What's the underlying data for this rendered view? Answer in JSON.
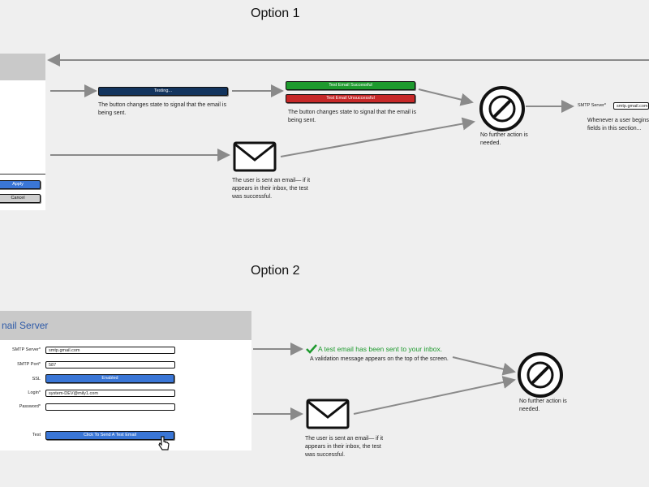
{
  "option1": {
    "heading": "Option 1",
    "apply_label": "Apply",
    "cancel_label": "Cancel",
    "testing_label": "Testing...",
    "testing_note": "The button changes state to signal that the email is being sent.",
    "success_label": "Test Email Successful",
    "fail_label": "Test Email Unsuccessful",
    "result_note": "The button changes state to signal that the email is being sent.",
    "email_note": "The user is sent an email— if it appears in their inbox, the test was successful.",
    "no_action_note": "No further action is needed.",
    "smtp_label": "SMTP Server*",
    "smtp_value": "smtp.gmail.com",
    "section_note": "Whenever a user begins fields in this section..."
  },
  "option2": {
    "heading": "Option 2",
    "panel_title": "nail Server",
    "fields": [
      {
        "label": "SMTP Server*",
        "value": "smtp.gmail.com"
      },
      {
        "label": "SMTP Port*",
        "value": "587"
      },
      {
        "label": "SSL",
        "value": "Enabled"
      },
      {
        "label": "Login*",
        "value": "system-DEV@mily1.com"
      },
      {
        "label": "Password*",
        "value": ""
      }
    ],
    "test_label": "Test",
    "test_button": "Click To Send A Test Email",
    "success_message": "A test email has been sent to your inbox.",
    "success_note": "A validation message appears on the top of the screen.",
    "email_note": "The user is sent an email— if it appears in their inbox, the test was successful.",
    "no_action_note": "No further action is needed."
  },
  "colors": {
    "accent_blue": "#3a76d6",
    "navy": "#13345e",
    "green": "#1e9a2e",
    "red": "#c62828",
    "arrow": "#8a8a8a"
  },
  "icons": [
    "envelope-icon",
    "no-entry-icon",
    "checkmark-icon",
    "hand-pointer-icon"
  ]
}
